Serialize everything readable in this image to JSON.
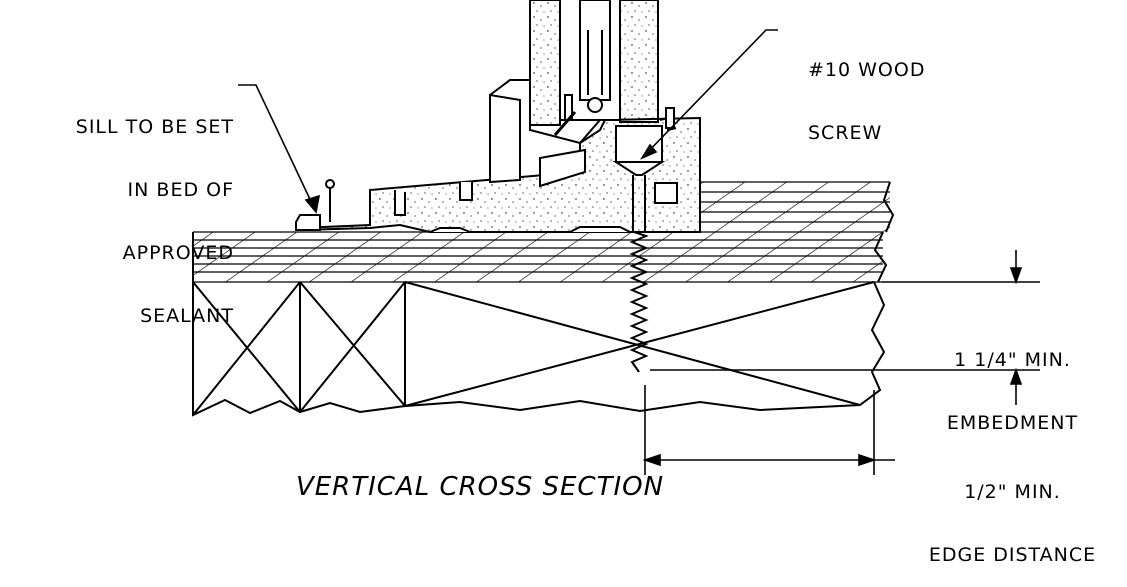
{
  "title": "VERTICAL CROSS SECTION",
  "notes": {
    "sill": [
      "SILL TO BE SET",
      "IN BED OF",
      "APPROVED",
      "SEALANT"
    ],
    "screw": [
      "#10 WOOD",
      "SCREW"
    ],
    "embedment": [
      "1 1/4\" MIN.",
      "EMBEDMENT"
    ],
    "edge": [
      "1/2\" MIN.",
      "EDGE DISTANCE"
    ]
  }
}
